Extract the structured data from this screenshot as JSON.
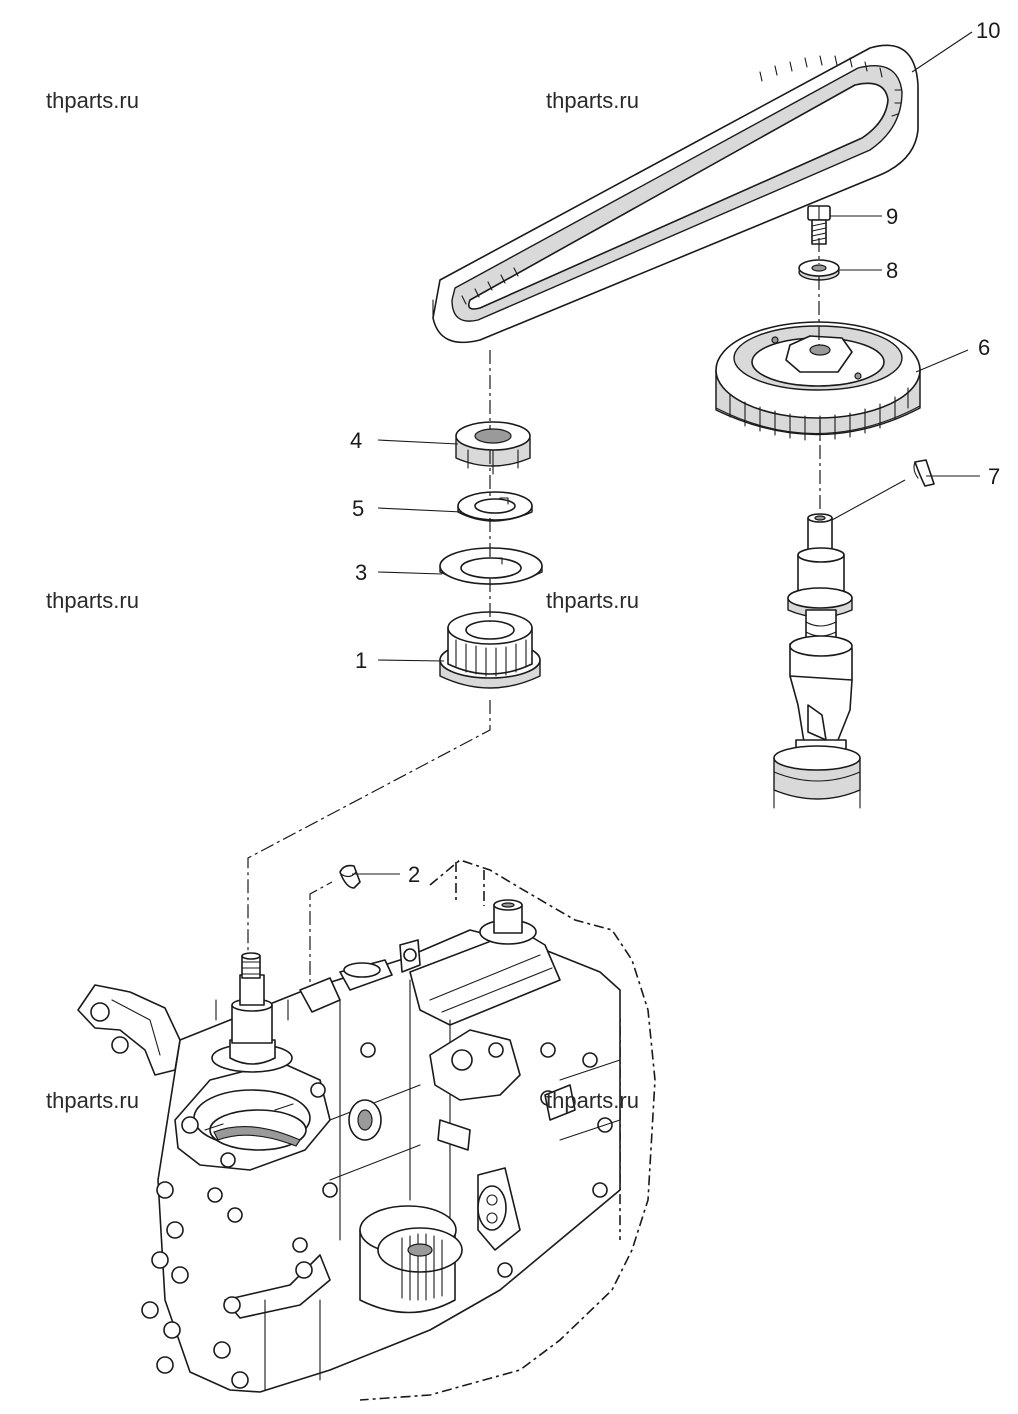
{
  "watermarks": [
    "thparts.ru",
    "thparts.ru",
    "thparts.ru",
    "thparts.ru",
    "thparts.ru",
    "thparts.ru"
  ],
  "callouts": {
    "c1": "1",
    "c2": "2",
    "c3": "3",
    "c4": "4",
    "c5": "5",
    "c6": "6",
    "c7": "7",
    "c8": "8",
    "c9": "9",
    "c10": "10"
  }
}
